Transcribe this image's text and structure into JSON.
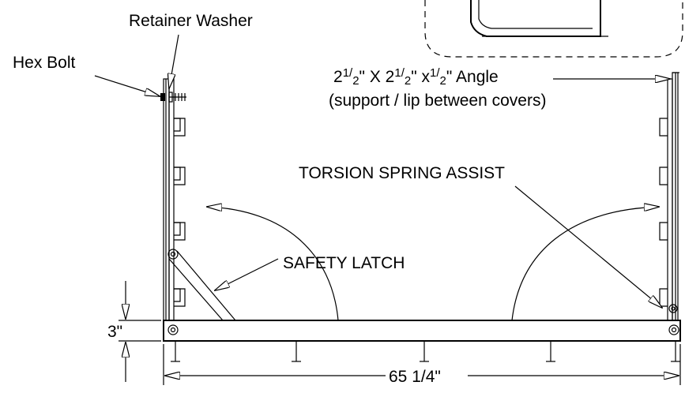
{
  "labels": {
    "retainer_washer": "Retainer Washer",
    "hex_bolt": "Hex Bolt",
    "angle_line1_pre": "2",
    "angle_frac_num": "1",
    "angle_frac_den": "2",
    "angle_line1_x1": "\" X 2",
    "angle_line1_x2": "\" x",
    "angle_line1_post": "\" Angle",
    "angle_line2": "(support / lip between covers)",
    "torsion_spring": "TORSION SPRING ASSIST",
    "safety_latch": "SAFETY LATCH",
    "height_dim": "3\"",
    "width_dim": "65 1/4\""
  }
}
